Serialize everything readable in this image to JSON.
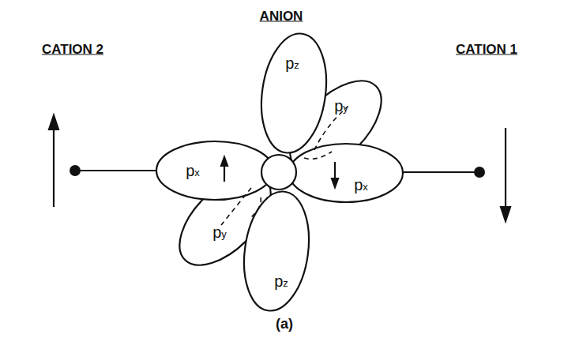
{
  "diagram": {
    "labels": [
      "ANION",
      "CATION 2",
      "CATION 1",
      "pz",
      "py",
      "px",
      "px",
      "py",
      "pz",
      "(a)"
    ]
  }
}
